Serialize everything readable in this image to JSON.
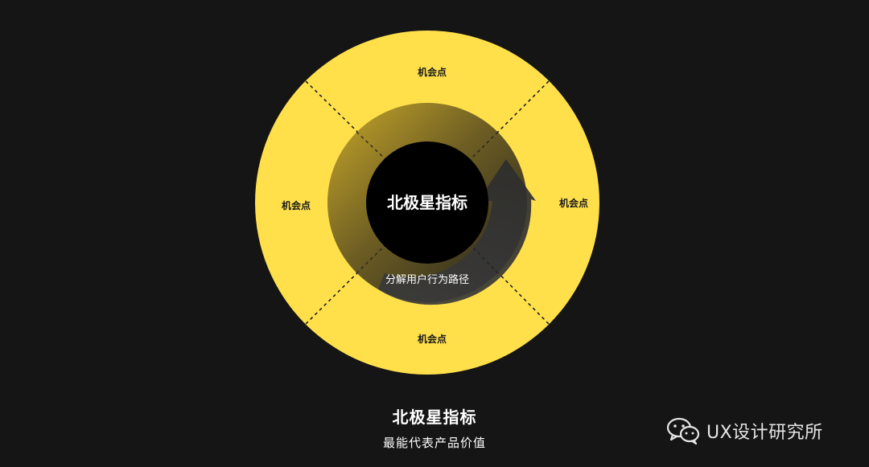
{
  "diagram": {
    "center_label": "北极星指标",
    "ring_label": "分解用户行为路径",
    "quadrant_labels": {
      "top": "机会点",
      "left": "机会点",
      "right": "机会点",
      "bottom": "机会点"
    }
  },
  "caption": {
    "title": "北极星指标",
    "subtitle": "最能代表产品价值"
  },
  "watermark": {
    "text": "UX设计研究所",
    "icon": "wechat-icon"
  },
  "colors": {
    "background": "#151515",
    "outer_ring": "#ffe04b",
    "center": "#000000",
    "arrow": "#2a2a2a",
    "text_dark": "#1a1a1a",
    "text_light": "#ffffff"
  }
}
